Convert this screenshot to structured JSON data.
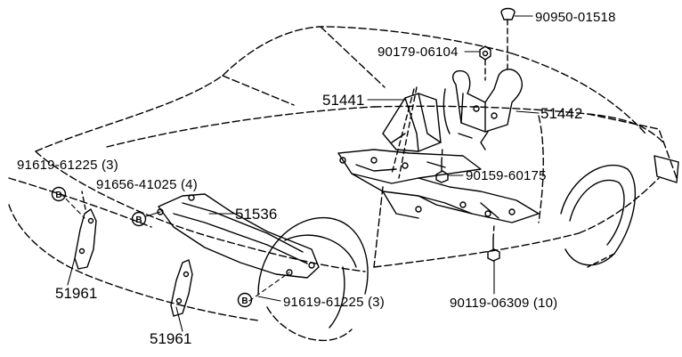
{
  "labels": {
    "cap_top": "90950-01518",
    "nut_top": "90179-06104",
    "bracket_left": "51441",
    "bracket_right": "51442",
    "bolt_mid": "90159-60175",
    "bolt_front_left": "91619-61225 (3)",
    "bolt_front_mid": "91656-41025 (4)",
    "crossmember": "51536",
    "bolt_bottom": "91619-61225 (3)",
    "bolt_under": "90119-06309 (10)",
    "plate_upper": "51961",
    "plate_lower": "51961"
  },
  "badges": {
    "b1": "B",
    "b2": "B",
    "b3": "B"
  },
  "colors": {
    "ink": "#000000",
    "paper": "#ffffff"
  }
}
